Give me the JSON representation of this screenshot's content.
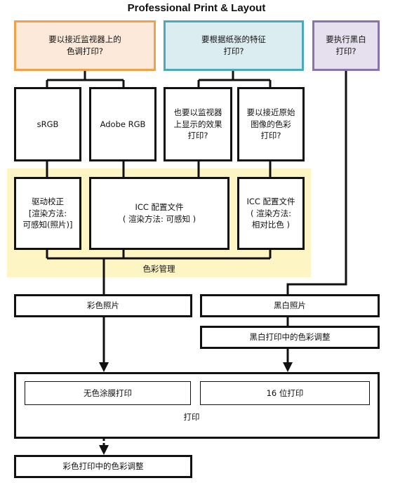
{
  "title": "Professional Print & Layout",
  "questions": {
    "monitor_color": "要以接近监视器上的\n色调打印?",
    "paper_features": "要根据纸张的特征\n打印?",
    "black_white": "要执行黑白\n打印?"
  },
  "color_spaces": {
    "srgb": "sRGB",
    "adobe_rgb": "Adobe RGB"
  },
  "sub_questions": {
    "monitor_effect": "也要以监视器\n上显示的效果\n打印?",
    "original_color": "要以接近原始\n图像的色彩\n打印?"
  },
  "color_management": {
    "label": "色彩管理",
    "driver": "驱动校正\n[渲染方法:\n可感知(照片)]",
    "icc_perceptual": "ICC 配置文件\n( 渲染方法: 可感知 )",
    "icc_relative": "ICC 配置文件\n( 渲染方法:\n相对比色 )"
  },
  "photos": {
    "color": "彩色照片",
    "bw": "黑白照片",
    "bw_adjust": "黑白打印中的色彩调整"
  },
  "print": {
    "label": "打印",
    "colorless_coating": "无色涂膜打印",
    "bit16": "16 位打印"
  },
  "final": {
    "color_adjust": "彩色打印中的色彩调整"
  },
  "colors": {
    "orange_border": "#f1a04c",
    "orange_fill": "#fde9d9",
    "teal_border": "#4aaab8",
    "teal_fill": "#dcedf2",
    "purple_border": "#8a73a8",
    "purple_fill": "#e6e0ee",
    "band_fill": "#fdf5c4"
  }
}
